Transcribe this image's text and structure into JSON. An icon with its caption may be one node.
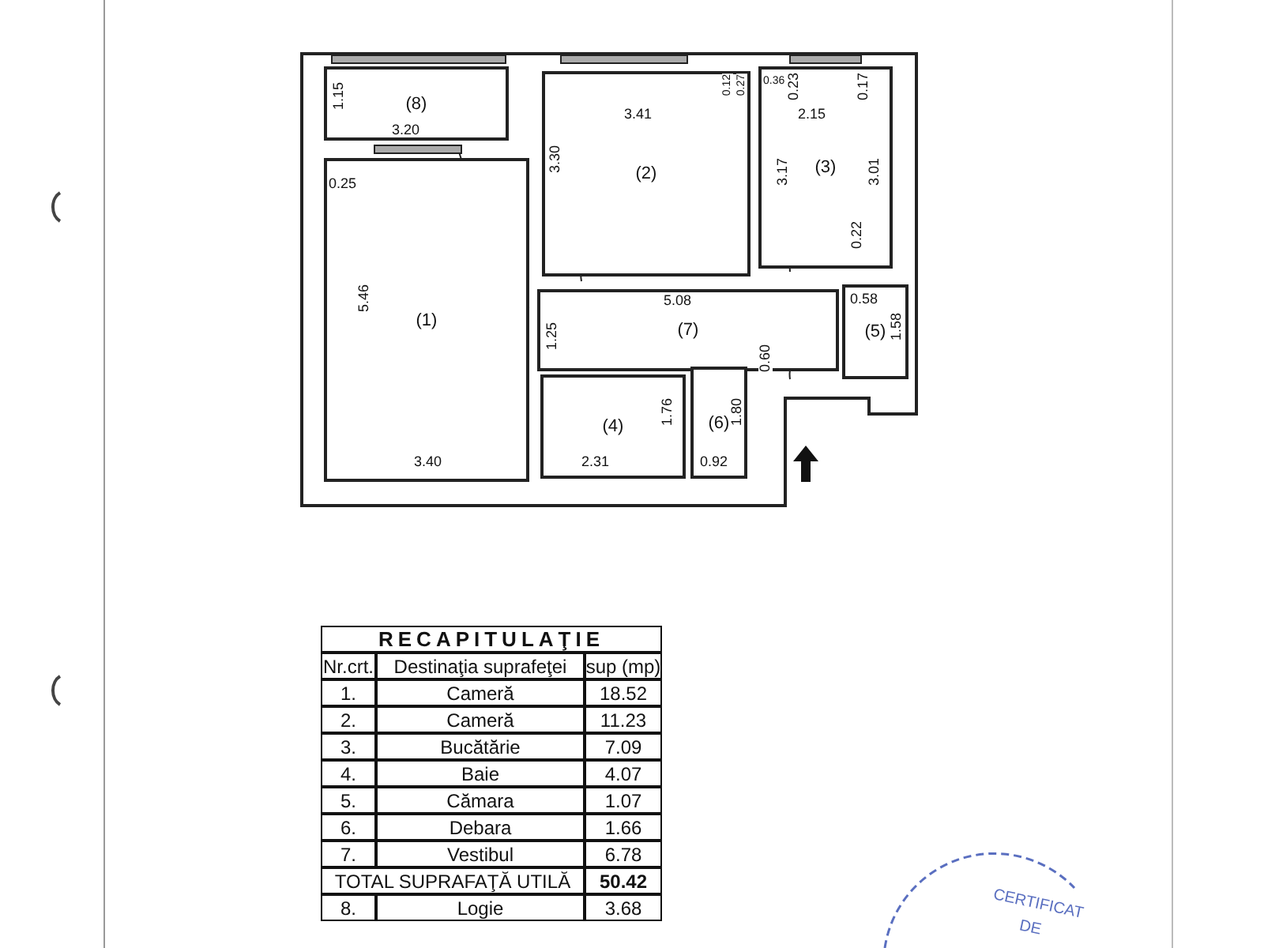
{
  "diagram": {
    "nodes": [
      {
        "text": [
          "(8)"
        ]
      },
      {
        "text": [
          "(2)"
        ]
      },
      {
        "text": [
          "(3)"
        ]
      },
      {
        "text": [
          "(1)"
        ]
      },
      {
        "text": [
          "(7)"
        ]
      },
      {
        "text": [
          "(5)"
        ]
      },
      {
        "text": [
          "(4)"
        ]
      },
      {
        "text": [
          "(6)"
        ]
      }
    ],
    "labels": [
      "1.15",
      "3.20",
      "0.12",
      "0.27",
      "0.36",
      "0.23",
      "0.17",
      "3.41",
      "2.15",
      "0.25",
      "3.30",
      "3.17",
      "3.01",
      "0.22",
      "5.08",
      "0.58",
      "1.25",
      "1.58",
      "0.60",
      "1.76",
      "1.80",
      "5.46",
      "3.40",
      "2.31",
      "0.92",
      "RECAPITULAŢIE",
      "Nr.crt.",
      "Destinaţia suprafeţei",
      "sup (mp)",
      "1.",
      "Cameră",
      "18.52",
      "2.",
      "Cameră",
      "11.23",
      "3.",
      "Bucătărie",
      "7.09",
      "4.",
      "Baie",
      "4.07",
      "5.",
      "Cămara",
      "1.07",
      "6.",
      "Debara",
      "1.66",
      "7.",
      "Vestibul",
      "6.78",
      "TOTAL SUPRAFAŢĂ UTILĂ",
      "50.42",
      "8.",
      "Logie",
      "3.68",
      "CERTIFICAT",
      "DE"
    ]
  }
}
